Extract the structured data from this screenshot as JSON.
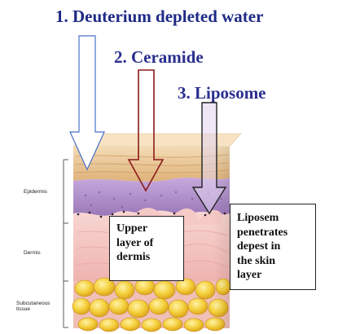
{
  "headings": {
    "deuterium": "1. Deuterium depleted water",
    "ceramide": "2. Ceramide",
    "liposome": "3. Liposome"
  },
  "layer_labels": {
    "epidermis": "Epidermis",
    "dermis": "Dermis",
    "subcutaneous_line1": "Subcutaneous",
    "subcutaneous_line2": "tissue"
  },
  "callouts": {
    "upper_dermis": [
      "Upper",
      "layer of",
      "dermis"
    ],
    "liposome": [
      "Liposem",
      "penetrates",
      "depest in",
      "the skin",
      "layer"
    ]
  },
  "colors": {
    "heading_text": "#1f2a86",
    "arrow_deuterium": "#4a72c4",
    "arrow_ceramide": "#8b1a1a",
    "arrow_liposome": "#222222",
    "stratum_corneum": "#e9c79a",
    "epidermis": "#a888c2",
    "dermis": "#f4c4c0",
    "fat": "#f2cc3a"
  }
}
